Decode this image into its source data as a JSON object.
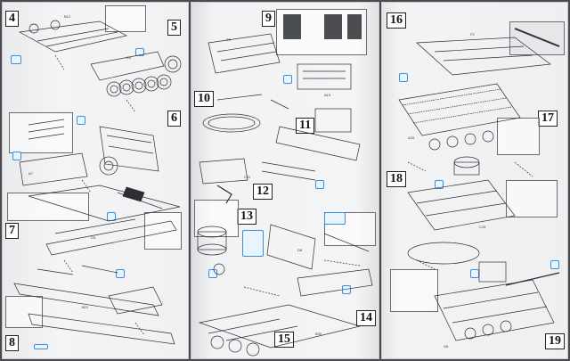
{
  "steps": {
    "s4": "4",
    "s5": "5",
    "s6": "6",
    "s7": "7",
    "s8": "8",
    "s9": "9",
    "s10": "10",
    "s11": "11",
    "s12": "12",
    "s13": "13",
    "s14": "14",
    "s15": "15",
    "s16": "16",
    "s17": "17",
    "s18": "18",
    "s19": "19"
  },
  "colors": {
    "paper": "#f2f3f4",
    "line": "#2c2e33",
    "highlight": "#3b8fd9",
    "background": "#4a4a4e"
  },
  "icons": [
    "tweezers-icon",
    "glue-icon",
    "cut-icon",
    "drill-icon"
  ]
}
